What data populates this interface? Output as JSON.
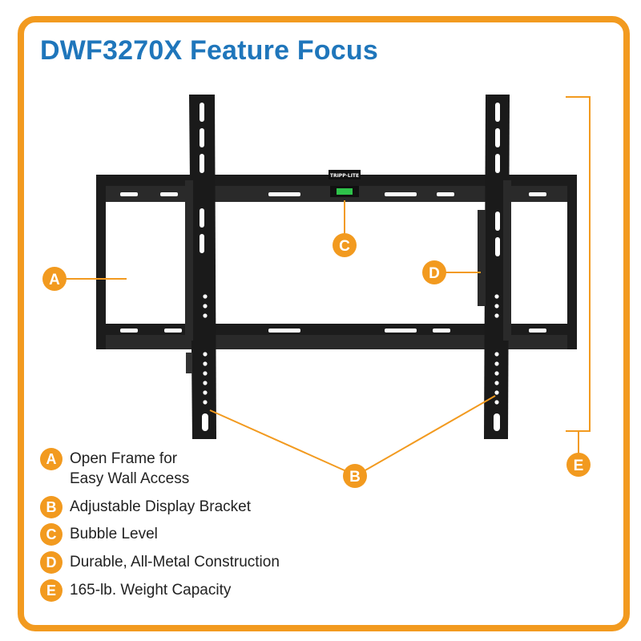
{
  "title": "DWF3270X Feature Focus",
  "brand_logo": "TRIPP·LITE",
  "colors": {
    "accent": "#f29a1f",
    "title": "#1f76bb",
    "metal": "#1c1c1c",
    "level": "#2ec24a"
  },
  "callouts": {
    "a": "A",
    "b": "B",
    "c": "C",
    "d": "D",
    "e": "E"
  },
  "legend": [
    {
      "letter": "A",
      "text": "Open Frame for\nEasy Wall Access"
    },
    {
      "letter": "B",
      "text": "Adjustable Display Bracket"
    },
    {
      "letter": "C",
      "text": "Bubble Level"
    },
    {
      "letter": "D",
      "text": "Durable, All-Metal Construction"
    },
    {
      "letter": "E",
      "text": "165-lb. Weight Capacity"
    }
  ]
}
